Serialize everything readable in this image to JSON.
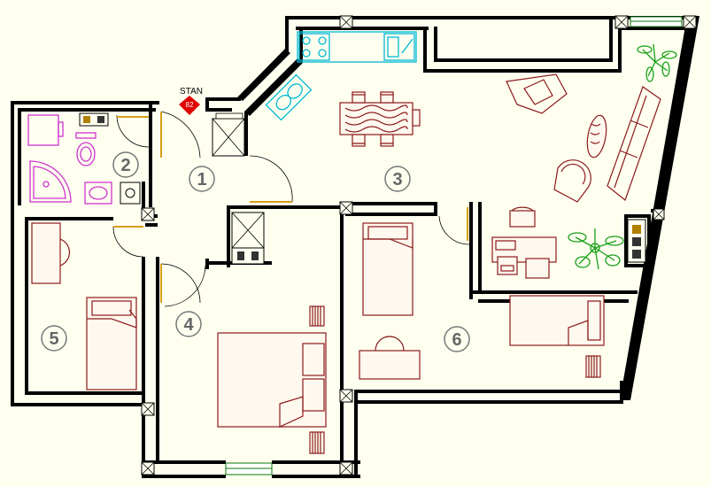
{
  "plan": {
    "rooms": [
      {
        "id": "room-1",
        "number": "1"
      },
      {
        "id": "room-2",
        "number": "2"
      },
      {
        "id": "room-3",
        "number": "3"
      },
      {
        "id": "room-4",
        "number": "4"
      },
      {
        "id": "room-5",
        "number": "5"
      },
      {
        "id": "room-6",
        "number": "6"
      }
    ],
    "marker": {
      "label": "STAN",
      "number": "82"
    },
    "colors": {
      "background": "#fffff0",
      "walls": "#000000",
      "furniture": "#8b1a1a",
      "kitchen": "#00b8d4",
      "bathroom": "#cc33cc",
      "plants": "#16a016",
      "door_leaf": "#d4a017",
      "room_number": "#666666",
      "marker": "#e00000"
    }
  }
}
